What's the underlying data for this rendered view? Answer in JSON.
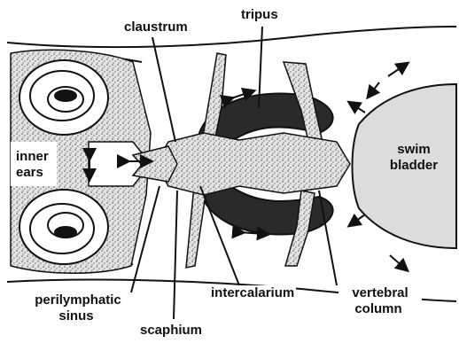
{
  "figure": {
    "labels": {
      "claustrum": "claustrum",
      "tripus": "tripus",
      "inner_ears_line1": "inner",
      "inner_ears_line2": "ears",
      "swim_bladder_line1": "swim",
      "swim_bladder_line2": "bladder",
      "perilymphatic_line1": "perilymphatic",
      "perilymphatic_line2": "sinus",
      "scaphium": "scaphium",
      "intercalarium": "intercalarium",
      "vertebral_line1": "vertebral",
      "vertebral_line2": "column"
    },
    "colors": {
      "ink": "#111111",
      "dark_mass": "#2a2a2a",
      "stipple_fill": "#d9d9d9",
      "background": "#ffffff"
    }
  }
}
